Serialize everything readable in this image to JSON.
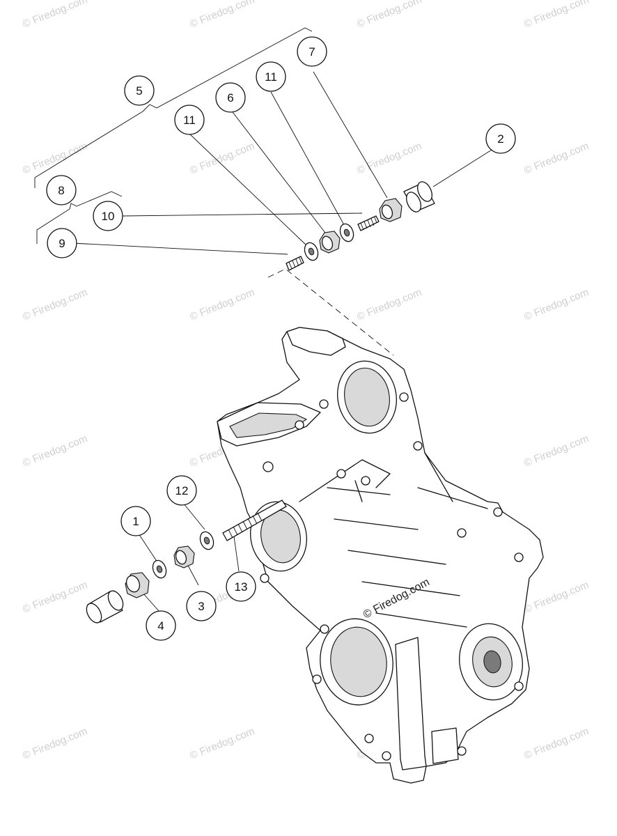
{
  "watermark": "© Firedog.com",
  "credit": "© Firedog.com",
  "callouts": [
    {
      "id": "c1",
      "label": "1"
    },
    {
      "id": "c2",
      "label": "2"
    },
    {
      "id": "c3",
      "label": "3"
    },
    {
      "id": "c4",
      "label": "4"
    },
    {
      "id": "c5",
      "label": "5"
    },
    {
      "id": "c6",
      "label": "6"
    },
    {
      "id": "c7",
      "label": "7"
    },
    {
      "id": "c8",
      "label": "8"
    },
    {
      "id": "c9",
      "label": "9"
    },
    {
      "id": "c10",
      "label": "10"
    },
    {
      "id": "c11a",
      "label": "11"
    },
    {
      "id": "c11b",
      "label": "11"
    },
    {
      "id": "c12",
      "label": "12"
    },
    {
      "id": "c13",
      "label": "13"
    }
  ]
}
